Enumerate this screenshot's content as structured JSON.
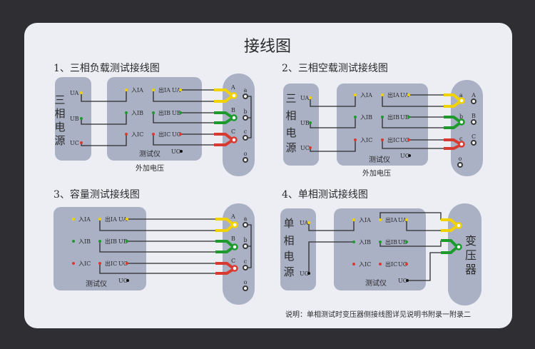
{
  "title": "接线图",
  "labels": {
    "in_a": "入IA",
    "in_b": "入IB",
    "in_c": "入IC",
    "out_a": "出IA",
    "out_b": "出IB",
    "out_c": "出IC",
    "ua": "UA",
    "ub": "UB",
    "uc": "UC",
    "uo": "UO",
    "tester": "测试仪",
    "ext_voltage": "外加电压",
    "A": "A",
    "B": "B",
    "C": "C",
    "a": "a",
    "b": "b",
    "c": "c",
    "o": "o"
  },
  "sections": [
    {
      "title": "1、三相负载测试接线图",
      "source": [
        "三",
        "相",
        "电",
        "源"
      ]
    },
    {
      "title": "2、三相空载测试接线图",
      "source": [
        "三",
        "相",
        "电",
        "源"
      ]
    },
    {
      "title": "3、容量测试接线图"
    },
    {
      "title": "4、单相测试接线图",
      "source": [
        "单",
        "相",
        "电",
        "源"
      ],
      "transformer": [
        "变",
        "压",
        "器"
      ]
    }
  ],
  "note": "说明：单相测试时变压器侧接线图详见说明书附录一附录二",
  "colors": {
    "phase_a": "#f2d200",
    "phase_b": "#1c9a2c",
    "phase_c": "#d93a30",
    "panel": "#eceef4",
    "box": "#aab1c5"
  }
}
